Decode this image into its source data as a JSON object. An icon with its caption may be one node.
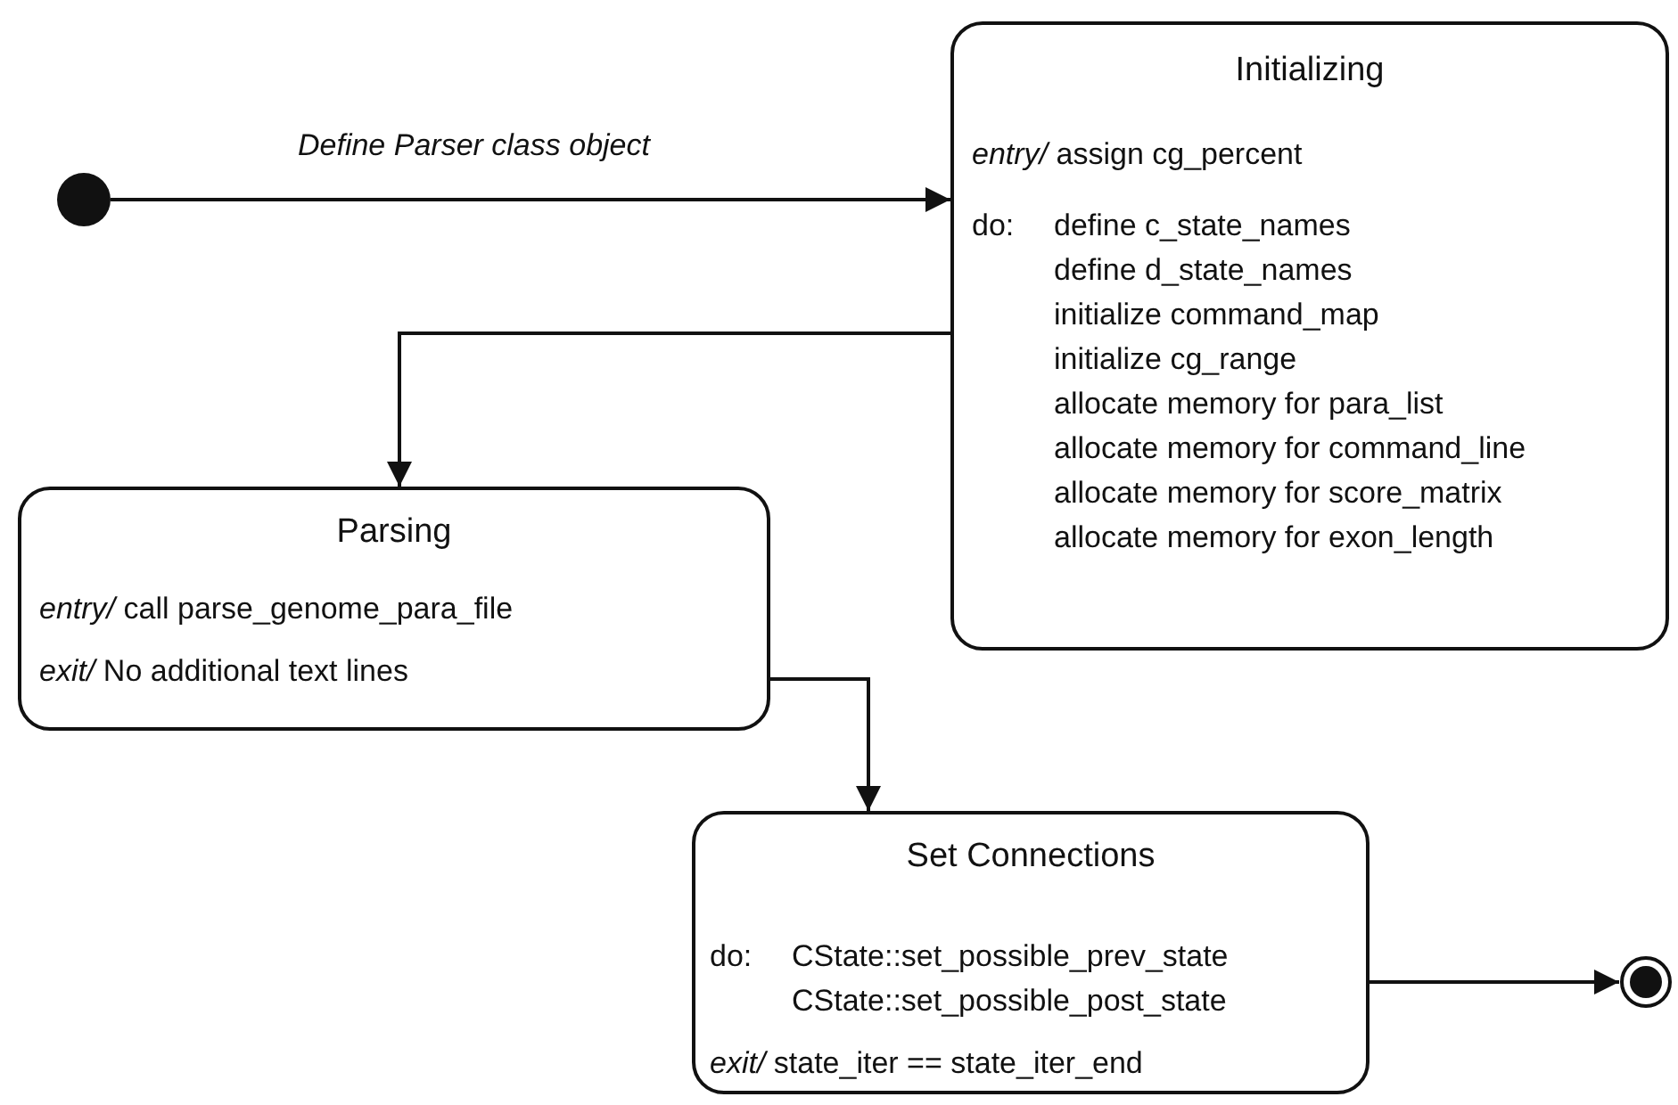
{
  "diagram": {
    "nodes": [
      {
        "text": [],
        "shape": "circle"
      },
      {
        "text": [
          "Initializing",
          "*entry/* assign cg_percent",
          "do:",
          "define c_state_names",
          "define d_state_names",
          "initialize command_map",
          "initialize cg_range",
          "allocate memory for para_list",
          "allocate memory for command_line",
          "allocate memory for score_matrix",
          "allocate memory for exon_length"
        ]
      },
      {
        "text": [
          "Parsing",
          "*entry/* call parse_genome_para_file",
          "*exit/* No additional text lines"
        ]
      },
      {
        "text": [
          "Set Connections",
          "do:",
          "CState::set_possible_prev_state",
          "CState::set_possible_post_state",
          "*exit/* state_iter == state_iter_end"
        ]
      },
      {
        "text": [],
        "shape": "circle"
      }
    ],
    "edges": [
      {
        "from": 0,
        "to": 1,
        "arrow": "to",
        "label": "Define Parser class object"
      },
      {
        "from": 1,
        "to": 2,
        "arrow": "to"
      },
      {
        "from": 2,
        "to": 3,
        "arrow": "to"
      },
      {
        "from": 3,
        "to": 4,
        "arrow": "to"
      }
    ]
  }
}
